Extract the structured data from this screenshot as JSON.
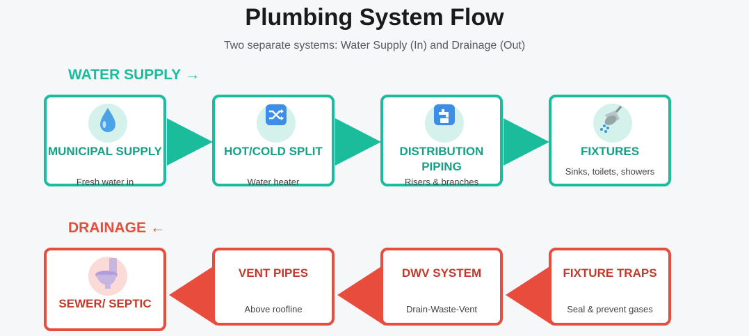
{
  "header": {
    "title": "Plumbing System Flow",
    "subtitle": "Two separate systems: Water Supply (In) and Drainage (Out)"
  },
  "supply": {
    "label": "WATER SUPPLY",
    "arrow": "→",
    "color": "#1abc9c",
    "steps": [
      {
        "title": "MUNICIPAL SUPPLY",
        "desc": "Fresh water in",
        "icon": "water-drop-icon"
      },
      {
        "title": "HOT/COLD SPLIT",
        "desc": "Water heater",
        "icon": "shuffle-icon"
      },
      {
        "title": "DISTRIBUTION PIPING",
        "desc": "Risers & branches",
        "icon": "faucet-icon"
      },
      {
        "title": "FIXTURES",
        "desc": "Sinks, toilets, showers",
        "icon": "shower-icon"
      }
    ]
  },
  "drainage": {
    "label": "DRAINAGE",
    "arrow": "←",
    "color": "#e74c3c",
    "steps": [
      {
        "title": "SEWER/ SEPTIC",
        "desc": "",
        "icon": "toilet-icon"
      },
      {
        "title": "VENT PIPES",
        "desc": "Above roofline",
        "icon": ""
      },
      {
        "title": "DWV SYSTEM",
        "desc": "Drain-Waste-Vent",
        "icon": ""
      },
      {
        "title": "FIXTURE TRAPS",
        "desc": "Seal & prevent gases",
        "icon": ""
      }
    ]
  }
}
